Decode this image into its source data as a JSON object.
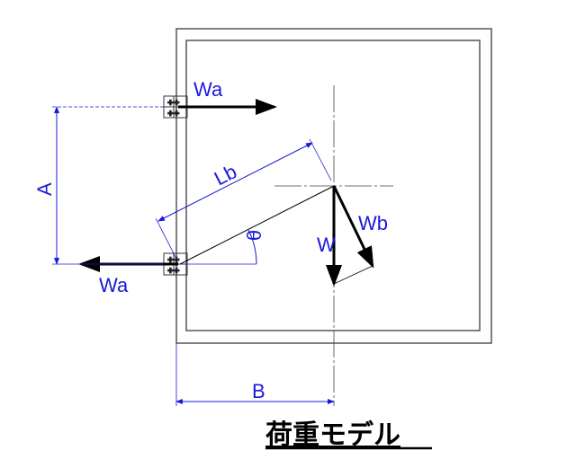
{
  "title": "荷重モデル",
  "labels": {
    "wa_top": "Wa",
    "wa_bottom": "Wa",
    "a": "A",
    "b": "B",
    "lb": "Lb",
    "theta": "θ",
    "w": "W",
    "wb": "Wb"
  },
  "colors": {
    "dimension": "#1a1ad8",
    "line": "#000000",
    "frame": "#555555"
  }
}
